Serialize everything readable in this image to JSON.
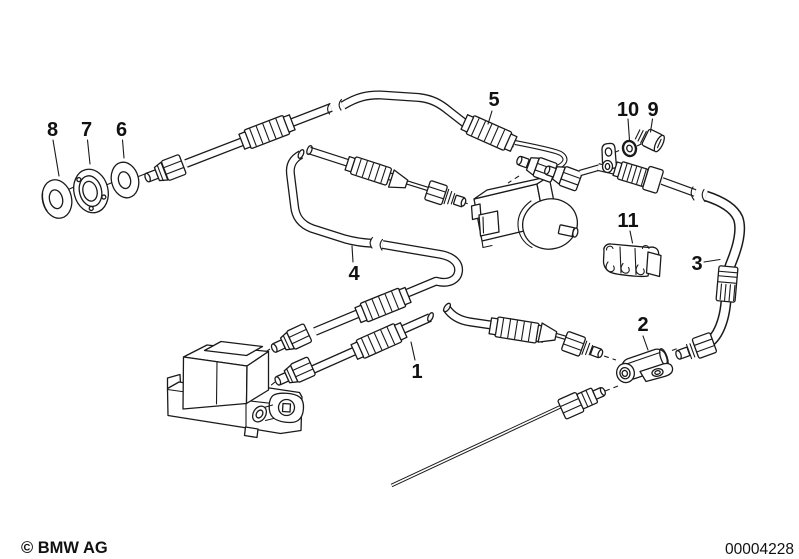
{
  "diagram": {
    "callouts": {
      "p1": "1",
      "p2": "2",
      "p3": "3",
      "p4": "4",
      "p5": "5",
      "p6": "6",
      "p7": "7",
      "p8": "8",
      "p9": "9",
      "p10": "10",
      "p11": "11"
    }
  },
  "footer": {
    "copyright": "© BMW AG",
    "drawing_number": "00004228"
  },
  "colors": {
    "background": "#ffffff",
    "line": "#1a1a1a"
  }
}
